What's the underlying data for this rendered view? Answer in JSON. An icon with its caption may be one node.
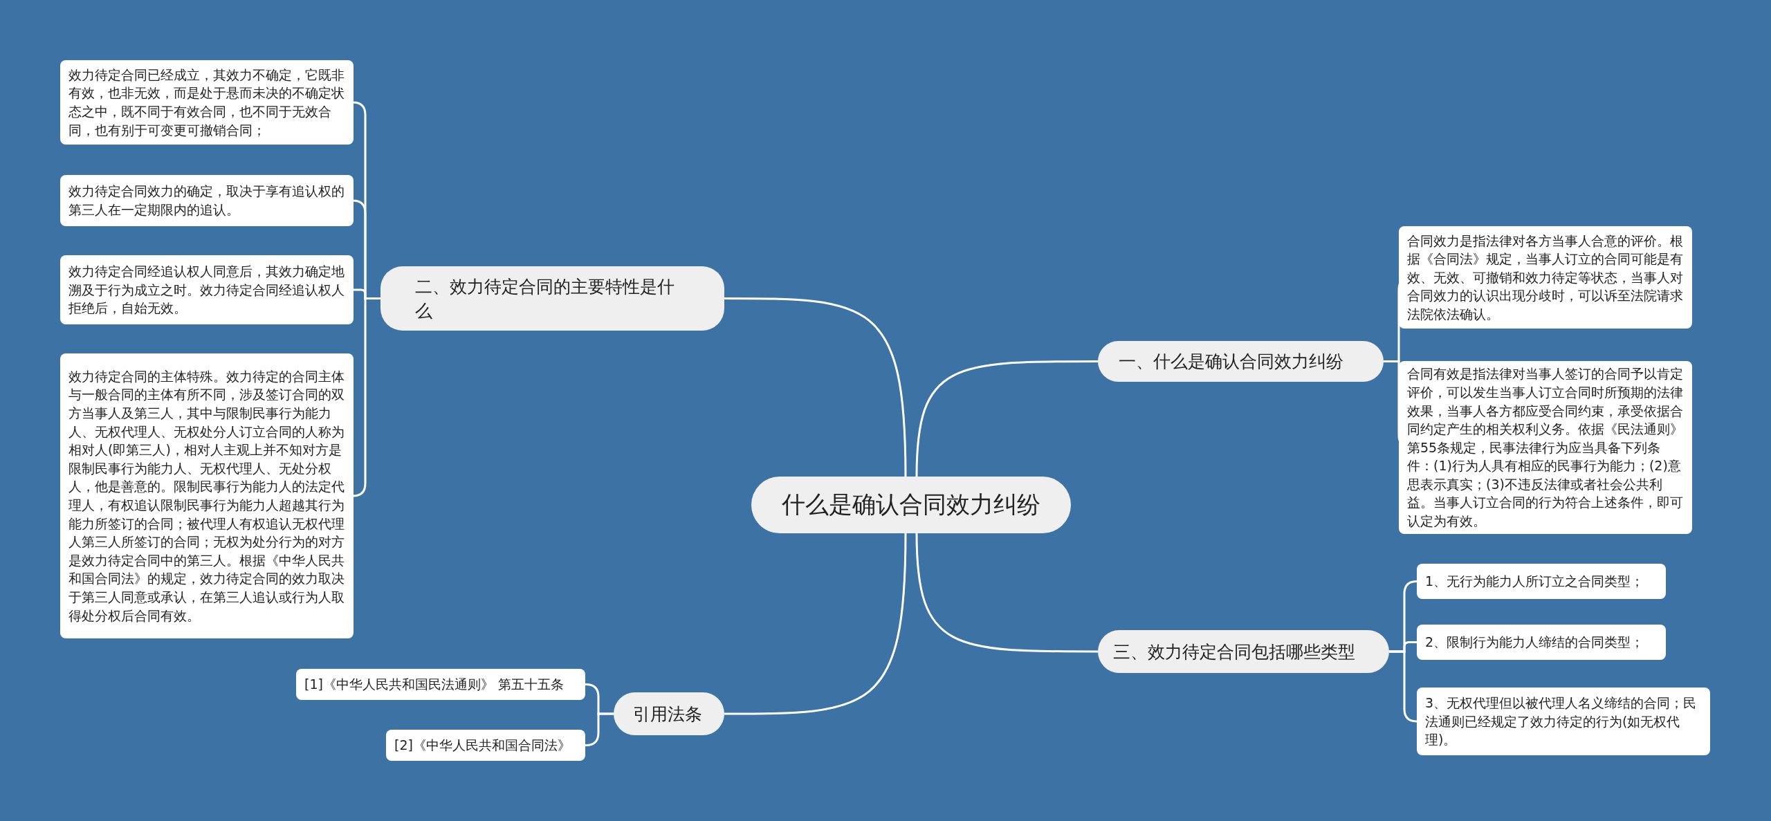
{
  "diagram": {
    "nodes": [
      {
        "text": [
          "什么是确认合同效力纠纷"
        ]
      },
      {
        "text": [
          "二、效力待定合同的主要特性是什么"
        ]
      },
      {
        "text": [
          "效力待定合同已经成立，其效力不确定，它既非有效，也非无效，而是处于悬而未决的不确定状态之中，既不同于有效合同，也不同于无效合同，也有别于可变更可撤销合同；"
        ]
      },
      {
        "text": [
          "效力待定合同效力的确定，取决于享有追认权的第三人在一定期限内的追认。"
        ]
      },
      {
        "text": [
          "效力待定合同经追认权人同意后，其效力确定地溯及于行为成立之时。效力待定合同经追认权人拒绝后，自始无效。"
        ]
      },
      {
        "text": [
          "效力待定合同的主体特殊。效力待定的合同主体与一般合同的主体有所不同，涉及签订合同的双方当事人及第三人，其中与限制民事行为能力人、无权代理人、无权处分人订立合同的人称为相对人(即第三人)，相对人主观上并不知对方是限制民事行为能力人、无权代理人、无处分权人，他是善意的。限制民事行为能力人的法定代理人，有权追认限制民事行为能力人超越其行为能力所签订的合同；被代理人有权追认无权代理人第三人所签订的合同；无权为处分行为的对方是效力待定合同中的第三人。根据《中华人民共和国合同法》的规定，效力待定合同的效力取决于第三人同意或承认，在第三人追认或行为人取得处分权后合同有效。"
        ]
      },
      {
        "text": [
          "一、什么是确认合同效力纠纷"
        ]
      },
      {
        "text": [
          "合同效力是指法律对各方当事人合意的评价。根据《合同法》规定，当事人订立的合同可能是有效、无效、可撤销和效力待定等状态，当事人对合同效力的认识出现分歧时，可以诉至法院请求法院依法确认。"
        ]
      },
      {
        "text": [
          "合同有效是指法律对当事人签订的合同予以肯定评价，可以发生当事人订立合同时所预期的法律效果，当事人各方都应受合同约束，承受依据合同约定产生的相关权利义务。依据《民法通则》第55条规定，民事法律行为应当具备下列条件：(1)行为人具有相应的民事行为能力；(2)意思表示真实；(3)不违反法律或者社会公共利益。当事人订立合同的行为符合上述条件，即可认定为有效。"
        ]
      },
      {
        "text": [
          "三、效力待定合同包括哪些类型"
        ]
      },
      {
        "text": [
          "1、无行为能力人所订立之合同类型；"
        ]
      },
      {
        "text": [
          "2、限制行为能力人缔结的合同类型；"
        ]
      },
      {
        "text": [
          "3、无权代理但以被代理人名义缔结的合同；民法通则已经规定了效力待定的行为(如无权代理)。"
        ]
      },
      {
        "text": [
          "引用法条"
        ]
      },
      {
        "text": [
          "[1]《中华人民共和国民法通则》 第五十五条"
        ]
      },
      {
        "text": [
          "[2]《中华人民共和国合同法》"
        ]
      }
    ],
    "edges": [
      {
        "from": 0,
        "to": 1,
        "arrow": "none"
      },
      {
        "from": 1,
        "to": 2,
        "arrow": "none"
      },
      {
        "from": 1,
        "to": 3,
        "arrow": "none"
      },
      {
        "from": 1,
        "to": 4,
        "arrow": "none"
      },
      {
        "from": 1,
        "to": 5,
        "arrow": "none"
      },
      {
        "from": 0,
        "to": 6,
        "arrow": "none"
      },
      {
        "from": 6,
        "to": 7,
        "arrow": "none"
      },
      {
        "from": 6,
        "to": 8,
        "arrow": "none"
      },
      {
        "from": 0,
        "to": 9,
        "arrow": "none"
      },
      {
        "from": 9,
        "to": 10,
        "arrow": "none"
      },
      {
        "from": 9,
        "to": 11,
        "arrow": "none"
      },
      {
        "from": 9,
        "to": 12,
        "arrow": "none"
      },
      {
        "from": 0,
        "to": 13,
        "arrow": "none"
      },
      {
        "from": 13,
        "to": 14,
        "arrow": "none"
      },
      {
        "from": 13,
        "to": 15,
        "arrow": "none"
      }
    ]
  }
}
